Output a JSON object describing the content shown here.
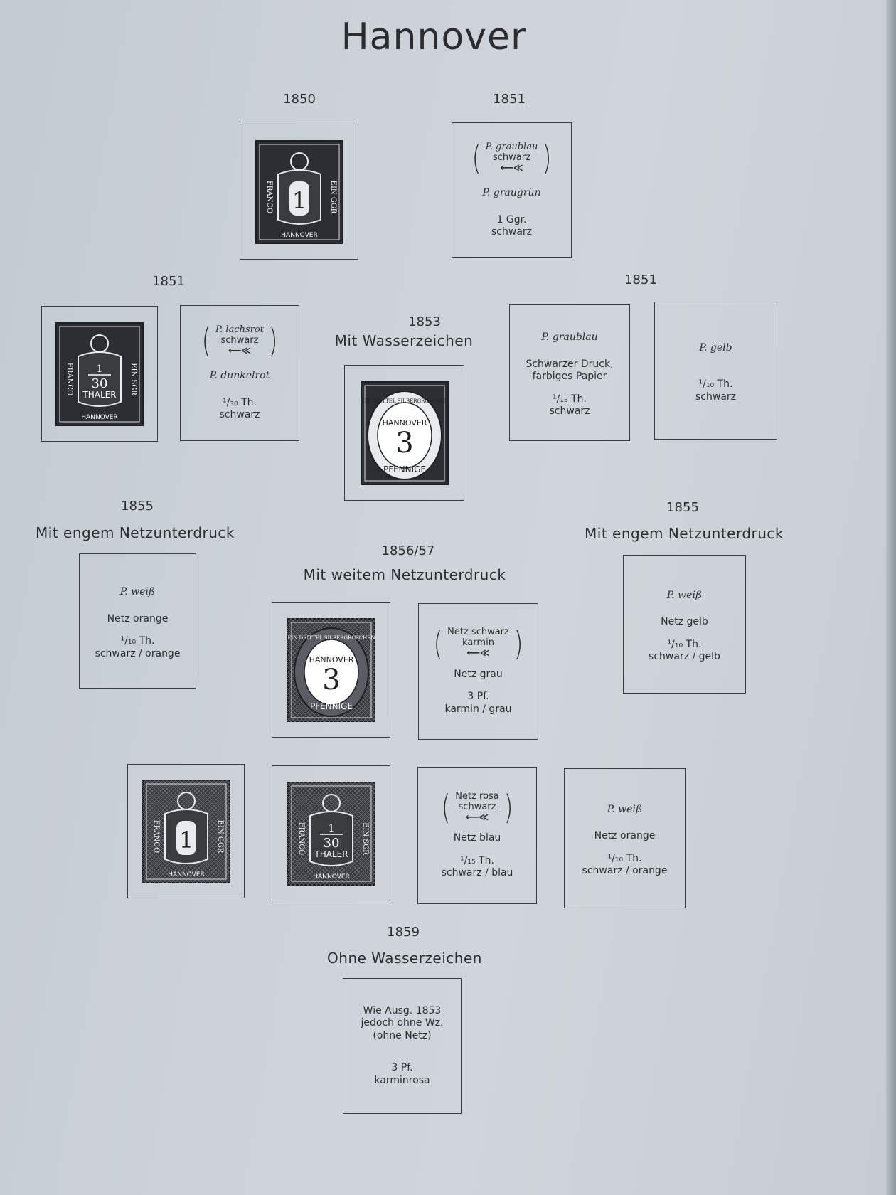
{
  "page_title": "Hannover",
  "labels": [
    "1850",
    "1851",
    "1851",
    "1853",
    "Mit Wasserzeichen",
    "1851",
    "1855",
    "Mit engem Netzunterdruck",
    "1855",
    "Mit engem Netzunterdruck",
    "1856/57",
    "Mit weitem Netzunterdruck",
    "1859",
    "Ohne Wasserzeichen"
  ],
  "boxes": [
    {
      "kind": "stamp",
      "design": "ggr",
      "lettering": [
        "FRANCO",
        "EIN GGR",
        "1",
        "HANNOVER"
      ]
    },
    {
      "kind": "text",
      "bracket": [
        "P. graublau",
        "schwarz"
      ],
      "paper": "P. graugrün",
      "lines": [
        "1 Ggr.",
        "schwarz"
      ]
    },
    {
      "kind": "stamp",
      "design": "thaler",
      "lettering": [
        "FRANCO",
        "EIN SGR",
        "1",
        "30",
        "THALER",
        "HANNOVER"
      ]
    },
    {
      "kind": "text",
      "bracket": [
        "P. lachsrot",
        "schwarz"
      ],
      "paper": "P. dunkelrot",
      "lines": [
        "¹/₃₀ Th.",
        "schwarz"
      ]
    },
    {
      "kind": "stamp",
      "design": "pf",
      "lettering": [
        "EIN DRITTEL SILBERGROSCHEN",
        "HANNOVER",
        "3",
        "PFENNIGE"
      ]
    },
    {
      "kind": "text",
      "paper": "P. graublau",
      "lines": [
        "Schwarzer Druck,",
        "farbiges Papier",
        "",
        "¹/₁₅ Th.",
        "schwarz"
      ]
    },
    {
      "kind": "text",
      "paper": "P. gelb",
      "lines": [
        "",
        "¹/₁₀ Th.",
        "schwarz"
      ]
    },
    {
      "kind": "text",
      "paper": "P. weiß",
      "lines": [
        "Netz orange",
        "",
        "¹/₁₀ Th.",
        "schwarz / orange"
      ]
    },
    {
      "kind": "text",
      "paper": "P. weiß",
      "lines": [
        "Netz gelb",
        "",
        "¹/₁₀ Th.",
        "schwarz / gelb"
      ]
    },
    {
      "kind": "stamp",
      "design": "pf-net",
      "lettering": [
        "EIN DRITTEL SILBERGROSCHEN",
        "HANNOVER",
        "3",
        "PFENNIGE"
      ]
    },
    {
      "kind": "text",
      "bracket": [
        "Netz schwarz",
        "karmin"
      ],
      "lines": [
        "Netz grau",
        "",
        "3 Pf.",
        "karmin / grau"
      ]
    },
    {
      "kind": "stamp",
      "design": "ggr-net",
      "lettering": [
        "FRANCO",
        "EIN GGR",
        "1",
        "HANNOVER"
      ]
    },
    {
      "kind": "stamp",
      "design": "thaler-net",
      "lettering": [
        "FRANCO",
        "EIN SGR",
        "1",
        "30",
        "THALER",
        "HANNOVER"
      ]
    },
    {
      "kind": "text",
      "bracket": [
        "Netz rosa",
        "schwarz"
      ],
      "lines": [
        "Netz blau",
        "",
        "¹/₁₅ Th.",
        "schwarz / blau"
      ]
    },
    {
      "kind": "text",
      "paper": "P. weiß",
      "lines": [
        "Netz orange",
        "",
        "¹/₁₀ Th.",
        "schwarz / orange"
      ]
    },
    {
      "kind": "text",
      "lines": [
        "Wie Ausg. 1853",
        "jedoch ohne Wz.",
        "(ohne Netz)",
        "",
        "",
        "3 Pf.",
        "karminrosa"
      ]
    }
  ]
}
